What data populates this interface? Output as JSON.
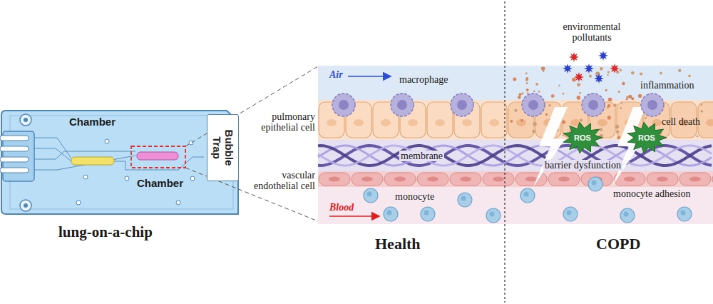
{
  "diagram": {
    "nodes": [
      {
        "text": [
          "Bubble Trap"
        ]
      },
      {
        "text": [
          "ROS"
        ]
      },
      {
        "text": [
          "ROS"
        ]
      }
    ],
    "labels": [
      "Chamber",
      "Chamber",
      "lung-on-a-chip",
      "Air",
      "macrophage",
      "pulmonary epithelial cell",
      "membrane",
      "vascular endothelial cell",
      "Blood",
      "monocyte",
      "Health",
      "environmental pollutants",
      "inflammation",
      "cell death",
      "barrier dysfunction",
      "monocyte adhesion",
      "COPD"
    ]
  }
}
